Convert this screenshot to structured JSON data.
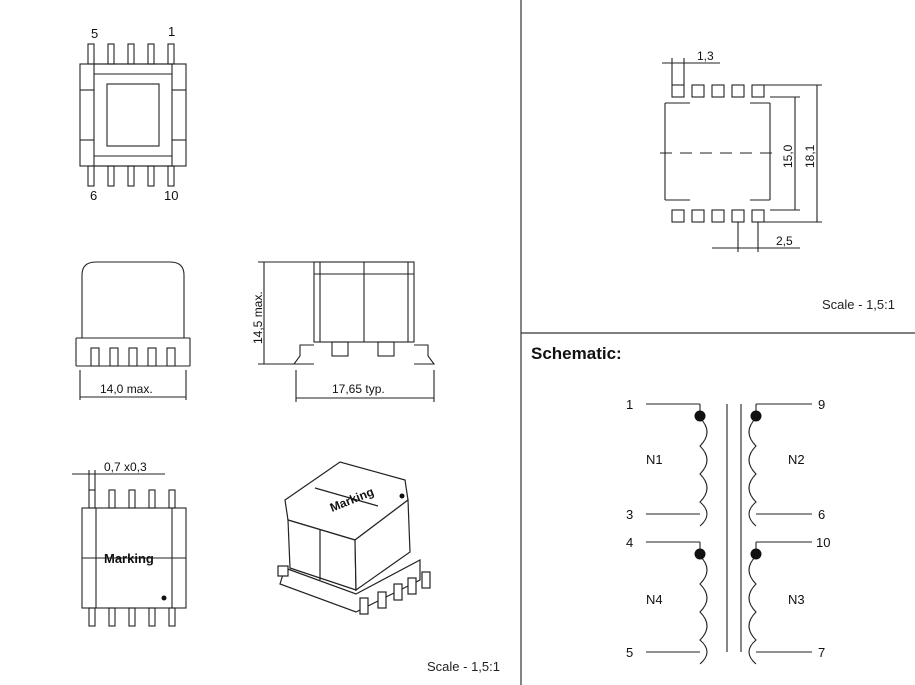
{
  "drawing": {
    "pin_top_left": "5",
    "pin_top_right": "1",
    "pin_bottom_left": "6",
    "pin_bottom_right": "10",
    "dim_width": "14,0  max.",
    "dim_height": "14,5  max.",
    "dim_length": "17,65  typ.",
    "dim_lead": "0,7  x0,3",
    "marking_text": "Marking",
    "scale_left": "Scale - 1,5:1"
  },
  "footprint": {
    "dim_pad": "1,3",
    "dim_inner": "15,0",
    "dim_outer": "18,1",
    "dim_pitch": "2,5",
    "scale": "Scale - 1,5:1"
  },
  "schematic": {
    "title": "Schematic:",
    "pins": {
      "p1": "1",
      "p3": "3",
      "p4": "4",
      "p5": "5",
      "p9": "9",
      "p6": "6",
      "p10": "10",
      "p7": "7"
    },
    "windings": {
      "n1": "N1",
      "n2": "N2",
      "n3": "N3",
      "n4": "N4"
    }
  }
}
